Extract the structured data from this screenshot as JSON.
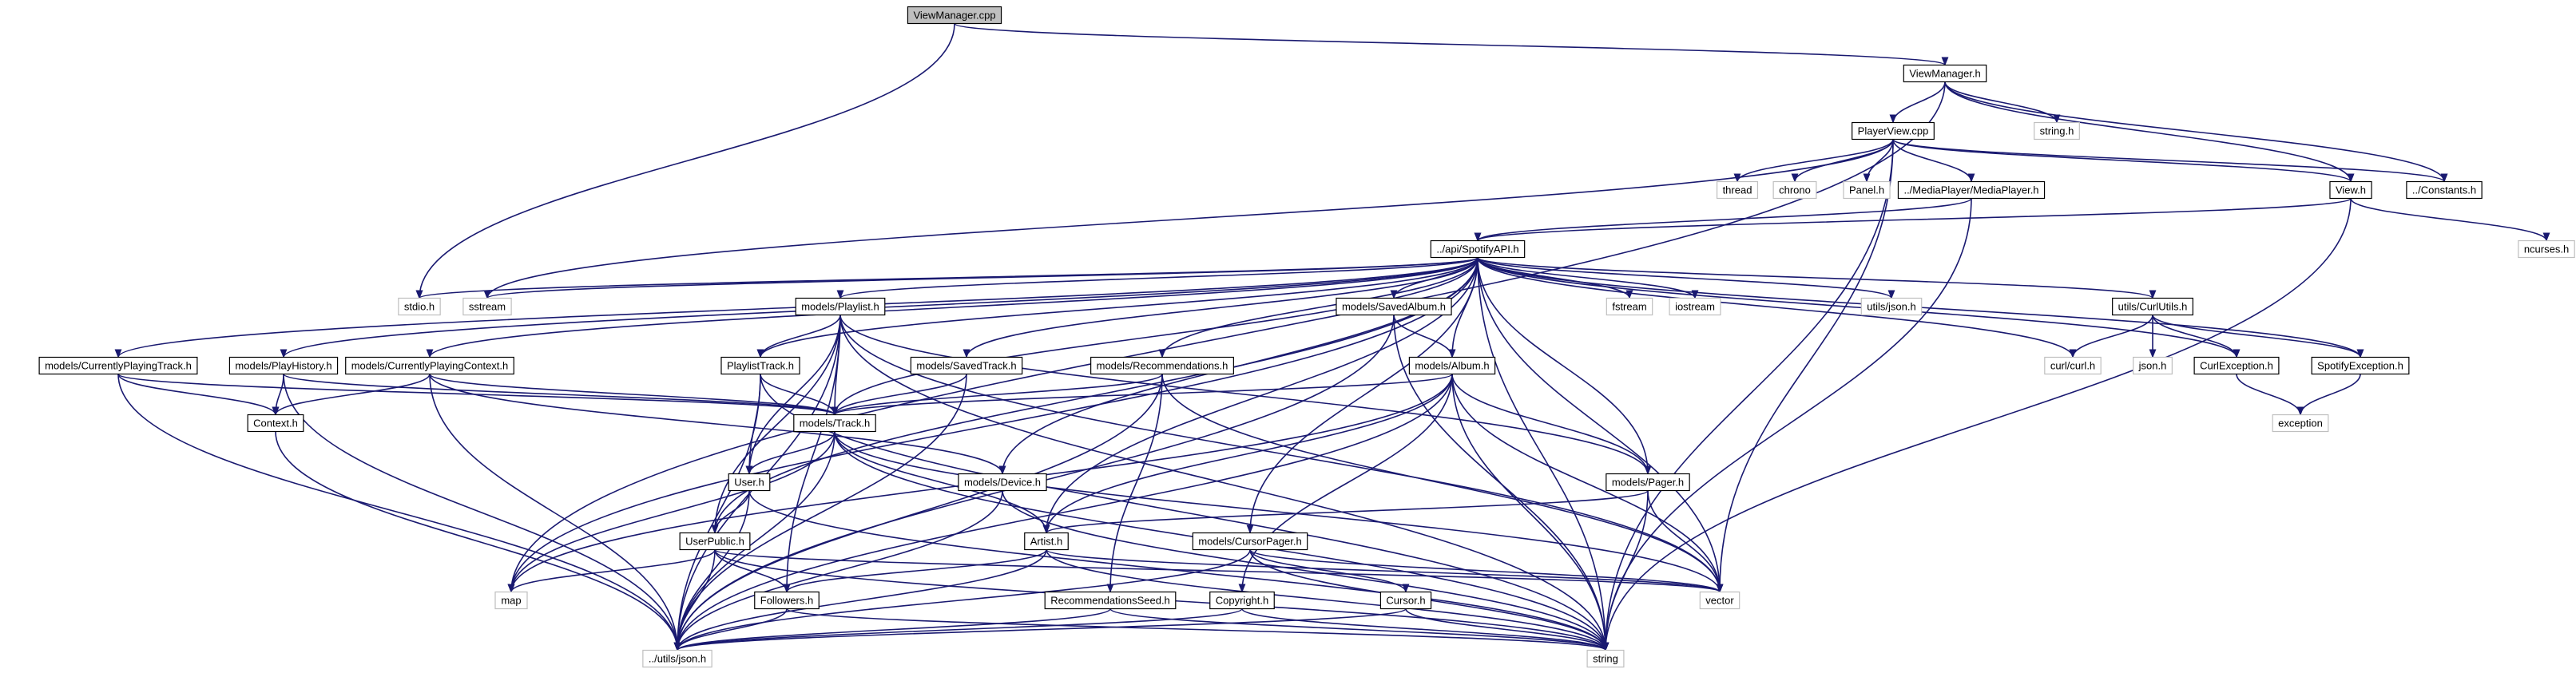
{
  "title": "ViewManager.cpp",
  "colors": {
    "edge": "#191970",
    "root_fill": "#bfbfbf",
    "node_fill": "#ffffff",
    "node_border": "#000000",
    "external_border": "#bfbfbf",
    "text": "#000000"
  },
  "nodes": [
    {
      "id": "ViewManager.cpp",
      "label": "ViewManager.cpp",
      "kind": "root"
    },
    {
      "id": "ViewManager.h",
      "label": "ViewManager.h",
      "kind": "file"
    },
    {
      "id": "string.h",
      "label": "string.h",
      "kind": "external"
    },
    {
      "id": "PlayerView.cpp",
      "label": "PlayerView.cpp",
      "kind": "file"
    },
    {
      "id": "thread",
      "label": "thread",
      "kind": "external"
    },
    {
      "id": "chrono",
      "label": "chrono",
      "kind": "external"
    },
    {
      "id": "Panel.h",
      "label": "Panel.h",
      "kind": "external"
    },
    {
      "id": "MediaPlayer.h",
      "label": "../MediaPlayer/MediaPlayer.h",
      "kind": "file"
    },
    {
      "id": "View.h",
      "label": "View.h",
      "kind": "file"
    },
    {
      "id": "Constants.h",
      "label": "../Constants.h",
      "kind": "file"
    },
    {
      "id": "ncurses.h",
      "label": "ncurses.h",
      "kind": "external"
    },
    {
      "id": "SpotifyAPI.h",
      "label": "../api/SpotifyAPI.h",
      "kind": "file"
    },
    {
      "id": "stdio.h",
      "label": "stdio.h",
      "kind": "external"
    },
    {
      "id": "sstream",
      "label": "sstream",
      "kind": "external"
    },
    {
      "id": "fstream",
      "label": "fstream",
      "kind": "external"
    },
    {
      "id": "iostream",
      "label": "iostream",
      "kind": "external"
    },
    {
      "id": "utils/json.h",
      "label": "utils/json.h",
      "kind": "external"
    },
    {
      "id": "CurlUtils.h",
      "label": "utils/CurlUtils.h",
      "kind": "file"
    },
    {
      "id": "curl/curl.h",
      "label": "curl/curl.h",
      "kind": "external"
    },
    {
      "id": "json.h",
      "label": "json.h",
      "kind": "external"
    },
    {
      "id": "CurlException.h",
      "label": "CurlException.h",
      "kind": "file"
    },
    {
      "id": "SpotifyException.h",
      "label": "SpotifyException.h",
      "kind": "file"
    },
    {
      "id": "exception",
      "label": "exception",
      "kind": "external"
    },
    {
      "id": "Playlist.h",
      "label": "models/Playlist.h",
      "kind": "file"
    },
    {
      "id": "SavedAlbum.h",
      "label": "models/SavedAlbum.h",
      "kind": "file"
    },
    {
      "id": "CurrentlyPlayingTrack.h",
      "label": "models/CurrentlyPlayingTrack.h",
      "kind": "file"
    },
    {
      "id": "PlayHistory.h",
      "label": "models/PlayHistory.h",
      "kind": "file"
    },
    {
      "id": "CurrentlyPlayingContext.h",
      "label": "models/CurrentlyPlayingContext.h",
      "kind": "file"
    },
    {
      "id": "PlaylistTrack.h",
      "label": "PlaylistTrack.h",
      "kind": "file"
    },
    {
      "id": "SavedTrack.h",
      "label": "models/SavedTrack.h",
      "kind": "file"
    },
    {
      "id": "Recommendations.h",
      "label": "models/Recommendations.h",
      "kind": "file"
    },
    {
      "id": "Album.h",
      "label": "models/Album.h",
      "kind": "file"
    },
    {
      "id": "Context.h",
      "label": "Context.h",
      "kind": "file"
    },
    {
      "id": "Track.h",
      "label": "models/Track.h",
      "kind": "file"
    },
    {
      "id": "User.h",
      "label": "User.h",
      "kind": "file"
    },
    {
      "id": "Device.h",
      "label": "models/Device.h",
      "kind": "file"
    },
    {
      "id": "Pager.h",
      "label": "models/Pager.h",
      "kind": "file"
    },
    {
      "id": "UserPublic.h",
      "label": "UserPublic.h",
      "kind": "file"
    },
    {
      "id": "Artist.h",
      "label": "Artist.h",
      "kind": "file"
    },
    {
      "id": "CursorPager.h",
      "label": "models/CursorPager.h",
      "kind": "file"
    },
    {
      "id": "map",
      "label": "map",
      "kind": "external"
    },
    {
      "id": "vector",
      "label": "vector",
      "kind": "external"
    },
    {
      "id": "Followers.h",
      "label": "Followers.h",
      "kind": "file"
    },
    {
      "id": "RecommendationsSeed.h",
      "label": "RecommendationsSeed.h",
      "kind": "file"
    },
    {
      "id": "Copyright.h",
      "label": "Copyright.h",
      "kind": "file"
    },
    {
      "id": "Cursor.h",
      "label": "Cursor.h",
      "kind": "file"
    },
    {
      "id": "utils_json",
      "label": "../utils/json.h",
      "kind": "external"
    },
    {
      "id": "string",
      "label": "string",
      "kind": "external"
    }
  ],
  "edges": [
    [
      "ViewManager.cpp",
      "ViewManager.h"
    ],
    [
      "ViewManager.cpp",
      "stdio.h"
    ],
    [
      "ViewManager.h",
      "PlayerView.cpp"
    ],
    [
      "ViewManager.h",
      "string.h"
    ],
    [
      "ViewManager.h",
      "View.h"
    ],
    [
      "ViewManager.h",
      "Constants.h"
    ],
    [
      "ViewManager.h",
      "map"
    ],
    [
      "PlayerView.cpp",
      "thread"
    ],
    [
      "PlayerView.cpp",
      "chrono"
    ],
    [
      "PlayerView.cpp",
      "Panel.h"
    ],
    [
      "PlayerView.cpp",
      "MediaPlayer.h"
    ],
    [
      "PlayerView.cpp",
      "View.h"
    ],
    [
      "PlayerView.cpp",
      "Constants.h"
    ],
    [
      "PlayerView.cpp",
      "sstream"
    ],
    [
      "PlayerView.cpp",
      "vector"
    ],
    [
      "PlayerView.cpp",
      "string"
    ],
    [
      "MediaPlayer.h",
      "SpotifyAPI.h"
    ],
    [
      "MediaPlayer.h",
      "string"
    ],
    [
      "View.h",
      "ncurses.h"
    ],
    [
      "View.h",
      "SpotifyAPI.h"
    ],
    [
      "View.h",
      "string"
    ],
    [
      "SpotifyAPI.h",
      "stdio.h"
    ],
    [
      "SpotifyAPI.h",
      "sstream"
    ],
    [
      "SpotifyAPI.h",
      "fstream"
    ],
    [
      "SpotifyAPI.h",
      "iostream"
    ],
    [
      "SpotifyAPI.h",
      "utils/json.h"
    ],
    [
      "SpotifyAPI.h",
      "CurlUtils.h"
    ],
    [
      "SpotifyAPI.h",
      "curl/curl.h"
    ],
    [
      "SpotifyAPI.h",
      "CurlException.h"
    ],
    [
      "SpotifyAPI.h",
      "SpotifyException.h"
    ],
    [
      "SpotifyAPI.h",
      "Playlist.h"
    ],
    [
      "SpotifyAPI.h",
      "SavedAlbum.h"
    ],
    [
      "SpotifyAPI.h",
      "CurrentlyPlayingTrack.h"
    ],
    [
      "SpotifyAPI.h",
      "PlayHistory.h"
    ],
    [
      "SpotifyAPI.h",
      "CurrentlyPlayingContext.h"
    ],
    [
      "SpotifyAPI.h",
      "PlaylistTrack.h"
    ],
    [
      "SpotifyAPI.h",
      "SavedTrack.h"
    ],
    [
      "SpotifyAPI.h",
      "Recommendations.h"
    ],
    [
      "SpotifyAPI.h",
      "Album.h"
    ],
    [
      "SpotifyAPI.h",
      "Track.h"
    ],
    [
      "SpotifyAPI.h",
      "Device.h"
    ],
    [
      "SpotifyAPI.h",
      "Pager.h"
    ],
    [
      "SpotifyAPI.h",
      "CursorPager.h"
    ],
    [
      "SpotifyAPI.h",
      "UserPublic.h"
    ],
    [
      "SpotifyAPI.h",
      "Artist.h"
    ],
    [
      "SpotifyAPI.h",
      "vector"
    ],
    [
      "SpotifyAPI.h",
      "string"
    ],
    [
      "SpotifyAPI.h",
      "map"
    ],
    [
      "CurlUtils.h",
      "curl/curl.h"
    ],
    [
      "CurlUtils.h",
      "json.h"
    ],
    [
      "CurlUtils.h",
      "CurlException.h"
    ],
    [
      "CurlUtils.h",
      "SpotifyException.h"
    ],
    [
      "CurlException.h",
      "exception"
    ],
    [
      "SpotifyException.h",
      "exception"
    ],
    [
      "Playlist.h",
      "PlaylistTrack.h"
    ],
    [
      "Playlist.h",
      "Track.h"
    ],
    [
      "Playlist.h",
      "User.h"
    ],
    [
      "Playlist.h",
      "UserPublic.h"
    ],
    [
      "Playlist.h",
      "Followers.h"
    ],
    [
      "Playlist.h",
      "Pager.h"
    ],
    [
      "Playlist.h",
      "utils_json"
    ],
    [
      "Playlist.h",
      "vector"
    ],
    [
      "Playlist.h",
      "string"
    ],
    [
      "SavedAlbum.h",
      "Album.h"
    ],
    [
      "SavedAlbum.h",
      "utils_json"
    ],
    [
      "SavedAlbum.h",
      "string"
    ],
    [
      "CurrentlyPlayingTrack.h",
      "Context.h"
    ],
    [
      "CurrentlyPlayingTrack.h",
      "Track.h"
    ],
    [
      "CurrentlyPlayingTrack.h",
      "utils_json"
    ],
    [
      "PlayHistory.h",
      "Context.h"
    ],
    [
      "PlayHistory.h",
      "Track.h"
    ],
    [
      "PlayHistory.h",
      "utils_json"
    ],
    [
      "CurrentlyPlayingContext.h",
      "Context.h"
    ],
    [
      "CurrentlyPlayingContext.h",
      "Track.h"
    ],
    [
      "CurrentlyPlayingContext.h",
      "Device.h"
    ],
    [
      "CurrentlyPlayingContext.h",
      "utils_json"
    ],
    [
      "PlaylistTrack.h",
      "Track.h"
    ],
    [
      "PlaylistTrack.h",
      "User.h"
    ],
    [
      "PlaylistTrack.h",
      "utils_json"
    ],
    [
      "PlaylistTrack.h",
      "string"
    ],
    [
      "SavedTrack.h",
      "Track.h"
    ],
    [
      "SavedTrack.h",
      "utils_json"
    ],
    [
      "Recommendations.h",
      "Track.h"
    ],
    [
      "Recommendations.h",
      "RecommendationsSeed.h"
    ],
    [
      "Recommendations.h",
      "utils_json"
    ],
    [
      "Recommendations.h",
      "vector"
    ],
    [
      "Album.h",
      "Track.h"
    ],
    [
      "Album.h",
      "Pager.h"
    ],
    [
      "Album.h",
      "Artist.h"
    ],
    [
      "Album.h",
      "Copyright.h"
    ],
    [
      "Album.h",
      "utils_json"
    ],
    [
      "Album.h",
      "vector"
    ],
    [
      "Album.h",
      "string"
    ],
    [
      "Album.h",
      "map"
    ],
    [
      "Context.h",
      "utils_json"
    ],
    [
      "Track.h",
      "User.h"
    ],
    [
      "Track.h",
      "Artist.h"
    ],
    [
      "Track.h",
      "map"
    ],
    [
      "Track.h",
      "utils_json"
    ],
    [
      "Track.h",
      "vector"
    ],
    [
      "Track.h",
      "string"
    ],
    [
      "User.h",
      "UserPublic.h"
    ],
    [
      "User.h",
      "utils_json"
    ],
    [
      "User.h",
      "string"
    ],
    [
      "Device.h",
      "utils_json"
    ],
    [
      "Device.h",
      "string"
    ],
    [
      "Pager.h",
      "Artist.h"
    ],
    [
      "Pager.h",
      "vector"
    ],
    [
      "Pager.h",
      "string"
    ],
    [
      "UserPublic.h",
      "map"
    ],
    [
      "UserPublic.h",
      "Followers.h"
    ],
    [
      "UserPublic.h",
      "utils_json"
    ],
    [
      "UserPublic.h",
      "vector"
    ],
    [
      "UserPublic.h",
      "string"
    ],
    [
      "Artist.h",
      "Followers.h"
    ],
    [
      "Artist.h",
      "utils_json"
    ],
    [
      "Artist.h",
      "vector"
    ],
    [
      "Artist.h",
      "string"
    ],
    [
      "CursorPager.h",
      "Cursor.h"
    ],
    [
      "CursorPager.h",
      "utils_json"
    ],
    [
      "CursorPager.h",
      "vector"
    ],
    [
      "CursorPager.h",
      "string"
    ],
    [
      "Followers.h",
      "utils_json"
    ],
    [
      "Followers.h",
      "string"
    ],
    [
      "RecommendationsSeed.h",
      "utils_json"
    ],
    [
      "RecommendationsSeed.h",
      "string"
    ],
    [
      "Copyright.h",
      "utils_json"
    ],
    [
      "Copyright.h",
      "string"
    ],
    [
      "Cursor.h",
      "utils_json"
    ],
    [
      "Cursor.h",
      "string"
    ]
  ]
}
